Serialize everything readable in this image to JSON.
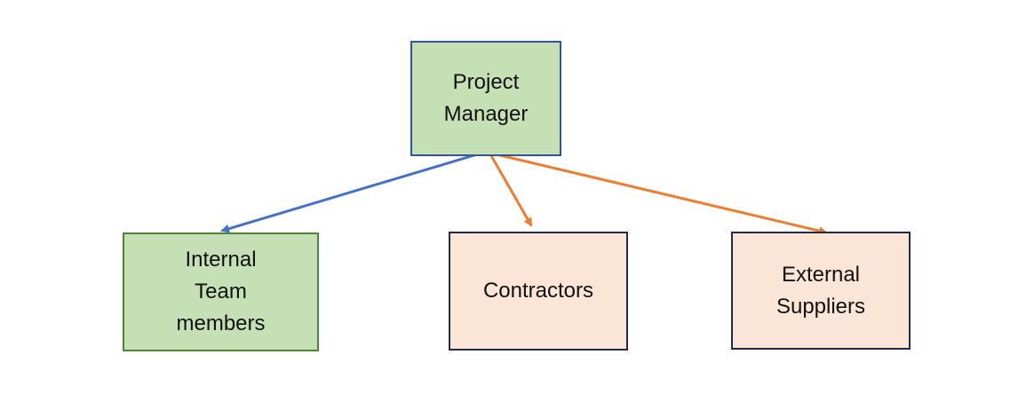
{
  "diagram": {
    "nodes": {
      "project_manager": {
        "label": "Project\nManager",
        "fill": "#c5e0b4",
        "border": "#2f5597"
      },
      "internal_team": {
        "label": "Internal\nTeam\nmembers",
        "fill": "#c5e0b4",
        "border": "#548235"
      },
      "contractors": {
        "label": "Contractors",
        "fill": "#fbe5d6",
        "border": "#1f2a4a"
      },
      "external_suppliers": {
        "label": "External\nSuppliers",
        "fill": "#fbe5d6",
        "border": "#1f2a4a"
      }
    },
    "edges": [
      {
        "from": "project_manager",
        "to": "internal_team",
        "color": "#4472c4"
      },
      {
        "from": "project_manager",
        "to": "contractors",
        "color": "#ed7d31"
      },
      {
        "from": "project_manager",
        "to": "external_suppliers",
        "color": "#ed7d31"
      }
    ]
  }
}
